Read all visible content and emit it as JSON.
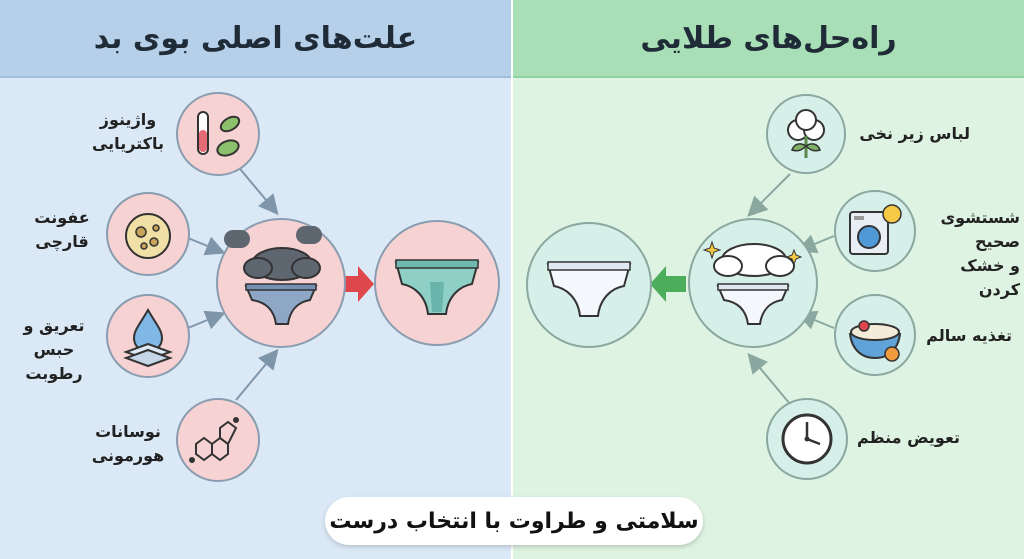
{
  "left": {
    "title": "علت‌های اصلی بوی بد",
    "causes": [
      {
        "line1": "واژینوز",
        "line2": "باکتریایی",
        "icon": "bacteria-test-tube-icon"
      },
      {
        "line1": "عفونت",
        "line2": "قارچی",
        "icon": "fungus-petri-dish-icon"
      },
      {
        "line1": "تعریق و",
        "line2": "حبس رطوبت",
        "icon": "sweat-drop-icon"
      },
      {
        "line1": "نوسانات",
        "line2": "هورمونی",
        "icon": "hormone-molecule-icon"
      }
    ]
  },
  "right": {
    "title": "راه‌حل‌های طلایی",
    "solutions": [
      {
        "line1": "لباس زیر نخی",
        "line2": "",
        "icon": "cotton-flower-icon"
      },
      {
        "line1": "شستشوی صحیح",
        "line2": "و خشک کردن",
        "icon": "washing-machine-sun-icon"
      },
      {
        "line1": "تغذیه سالم",
        "line2": "",
        "icon": "healthy-bowl-icon"
      },
      {
        "line1": "تعویض منظم",
        "line2": "",
        "icon": "clock-icon"
      }
    ]
  },
  "footer": {
    "text": "سلامتی و طراوت با انتخاب درست"
  },
  "colors": {
    "left_bg": "#dbe9f7",
    "left_header": "#b6d0ea",
    "right_bg": "#def3e1",
    "right_header": "#a9dfb6",
    "pink_circle": "#f6d3d2",
    "mint_circle": "#d7efe9",
    "red_arrow": "#e0474c",
    "green_arrow": "#4cae5b"
  }
}
